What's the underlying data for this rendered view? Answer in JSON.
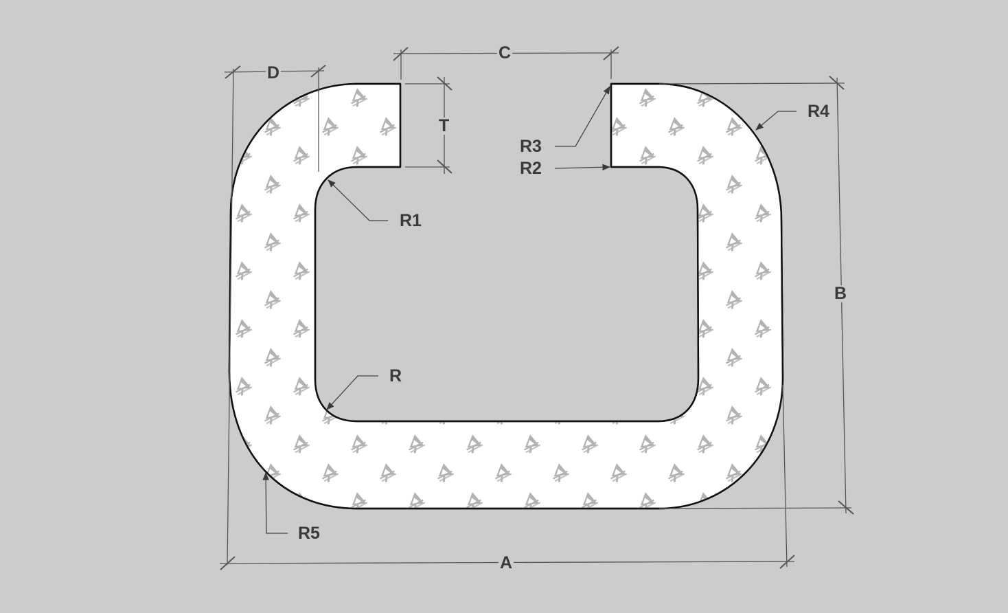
{
  "diagram": {
    "type": "profile-cross-section",
    "colors": {
      "background": "#cbcccb",
      "profile_fill": "#ffffff",
      "outline": "#111111",
      "dimension_line": "#555555",
      "label_text": "#3a3a3a",
      "watermark": "#b3b3b3"
    },
    "dimensions": {
      "A": "A",
      "B": "B",
      "C": "C",
      "D": "D",
      "T": "T"
    },
    "radii": {
      "R": "R",
      "R1": "R1",
      "R2": "R2",
      "R3": "R3",
      "R4": "R4",
      "R5": "R5"
    }
  }
}
